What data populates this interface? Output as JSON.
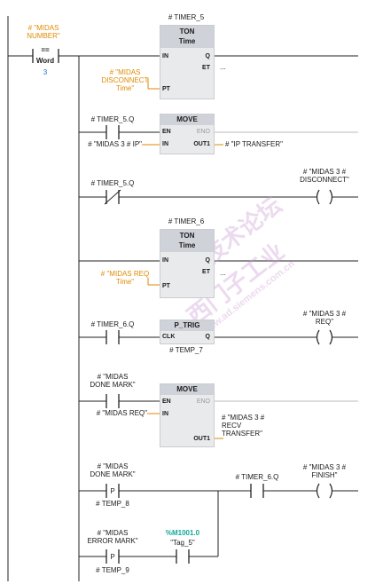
{
  "network": {
    "midas_number_tag": "# \"MIDAS\nNUMBER\"",
    "compare": {
      "op": "==",
      "type": "Word",
      "value": "3"
    },
    "timer5": {
      "instance": "# TIMER_5",
      "type": "TON",
      "sub": "Time",
      "pins": {
        "in": "IN",
        "pt": "PT",
        "q": "Q",
        "et": "ET"
      },
      "pt_tag": "# \"MIDAS\nDISCONNECT\nTime\"",
      "et_value": "..."
    },
    "move1": {
      "title": "MOVE",
      "contact": "# TIMER_5.Q",
      "pins": {
        "en": "EN",
        "eno": "ENO",
        "in": "IN",
        "out": "OUT1"
      },
      "in_tag": "# \"MIDAS 3 # IP\"",
      "out_tag": "# \"IP TRANSFER\""
    },
    "rung3": {
      "contact": "# TIMER_5.Q",
      "coil": "# \"MIDAS 3 #\nDISCONNECT\""
    },
    "timer6": {
      "instance": "# TIMER_6",
      "type": "TON",
      "sub": "Time",
      "pins": {
        "in": "IN",
        "pt": "PT",
        "q": "Q",
        "et": "ET"
      },
      "pt_tag": "# \"MIDAS REQ\nTime\"",
      "et_value": "..."
    },
    "ptrig": {
      "contact": "# TIMER_6.Q",
      "title": "P_TRIG",
      "pins": {
        "clk": "CLK",
        "q": "Q"
      },
      "mem": "# TEMP_7",
      "coil": "# \"MIDAS 3 #\nREQ\""
    },
    "move2": {
      "title": "MOVE",
      "contact": "# \"MIDAS\nDONE MARK\"",
      "pins": {
        "en": "EN",
        "eno": "ENO",
        "in": "IN",
        "out": "OUT1"
      },
      "in_tag": "# \"MIDAS REQ\"",
      "out_tag": "# \"MIDAS 3 #\nRECV\nTRANSFER\""
    },
    "rung_finish": {
      "contact_p": "# \"MIDAS\nDONE MARK\"",
      "contact_p_mem": "# TEMP_8",
      "contact": "# TIMER_6.Q",
      "coil": "# \"MIDAS 3 #\nFINISH\""
    },
    "rung_error": {
      "contact_p": "# \"MIDAS\nERROR MARK\"",
      "contact_p_mem": "# TEMP_9",
      "address": "%M1001.0",
      "tag": "\"Tag_5\""
    }
  },
  "watermark": {
    "text_cn": "西门子工业",
    "text_en": "www.ad.siemens.com.cn",
    "text2": "技术论坛"
  },
  "colors": {
    "wire": "#222222",
    "orange": "#e08a00",
    "blue": "#1e73c8",
    "teal": "#12a89a",
    "box": "#e9eaec",
    "header": "#cfd2d8"
  }
}
